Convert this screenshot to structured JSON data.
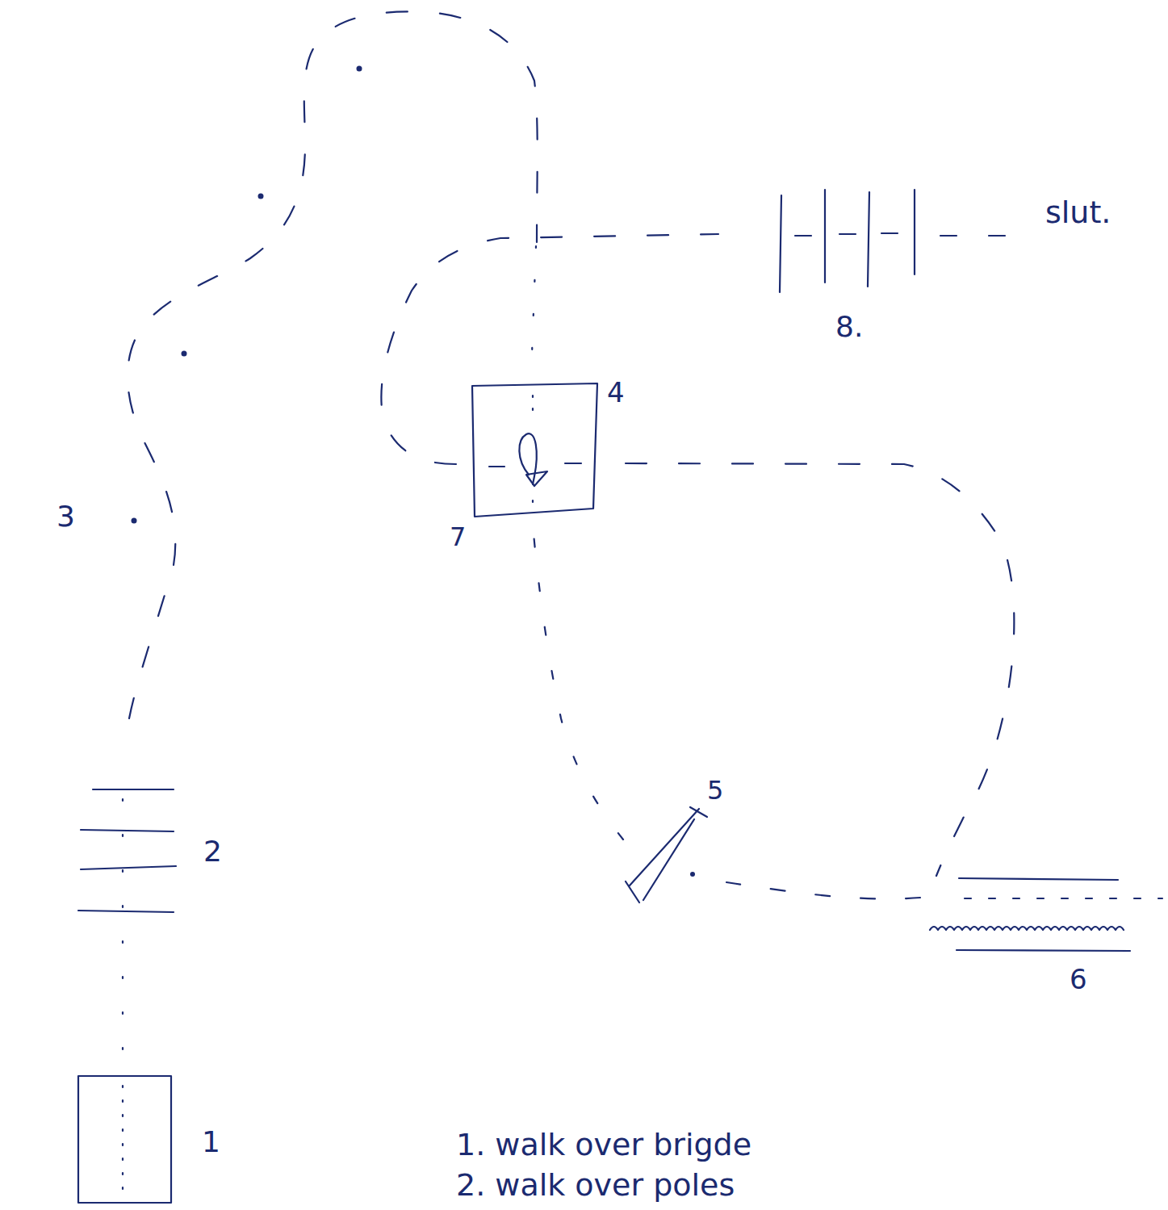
{
  "diagram": {
    "labels": [
      "slut.",
      "8.",
      "4",
      "3",
      "7",
      "5",
      "2",
      "6",
      "1",
      "1. walk over brigde",
      "2. walk over poles"
    ]
  }
}
